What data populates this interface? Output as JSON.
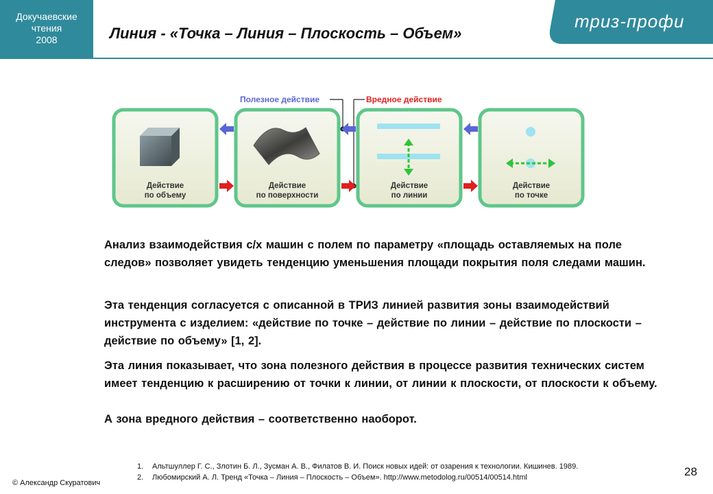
{
  "header": {
    "conference": [
      "Докучаевские",
      "чтения",
      "2008"
    ],
    "title": "Линия - «Точка – Линия – Плоскость – Объем»",
    "brand": "триз-профи",
    "accent_color": "#2f8a9c"
  },
  "diagram": {
    "useful_action_label": "Полезное действие",
    "harmful_action_label": "Вредное действие",
    "useful_color": "#5a66d6",
    "harmful_color": "#e02020",
    "cards": [
      {
        "line1": "Действие",
        "line2": "по объему"
      },
      {
        "line1": "Действие",
        "line2": "по поверхности"
      },
      {
        "line1": "Действие",
        "line2": "по линии"
      },
      {
        "line1": "Действие",
        "line2": "по точке"
      }
    ]
  },
  "body": {
    "para1": "Анализ взаимодействия с/х машин с полем по параметру «площадь оставляемых на поле следов» позволяет увидеть тенденцию уменьшения площади покрытия поля следами машин.",
    "para2": "Эта тенденция согласуется с описанной в ТРИЗ линией развития зоны взаимодействий инструмента с изделием: «действие по точке – действие по линии – действие по плоскости – действие по объему» [1, 2].",
    "para3": "Эта линия показывает, что зона полезного действия в процессе развития технических систем имеет тенденцию к расширению от точки к линии, от линии к плоскости, от плоскости к объему.",
    "para4": "А зона вредного действия – соответственно наоборот."
  },
  "references": [
    {
      "num": "1.",
      "text": "Альтшуллер Г. С., Злотин Б. Л., Зусман А. В., Филатов В. И. Поиск новых идей: от озарения к технологии. Кишинев. 1989."
    },
    {
      "num": "2.",
      "text": "Любомирский А. Л. Тренд «Точка – Линия – Плоскость – Объем». http://www.metodolog.ru/00514/00514.html"
    }
  ],
  "footer": {
    "copyright": "© Александр Скуратович",
    "page": "28"
  }
}
